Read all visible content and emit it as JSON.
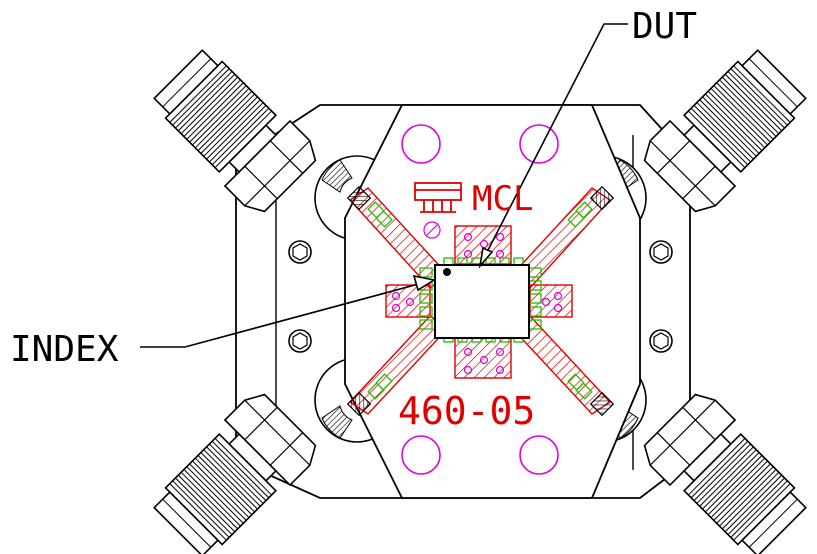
{
  "labels": {
    "dut": "DUT",
    "index": "INDEX",
    "brand": "MCL",
    "part_number": "460-05"
  },
  "colors": {
    "outline": "#000000",
    "trace": "#e00000",
    "pad": "#22c000",
    "hole": "#e000e0",
    "background": "#ffffff"
  }
}
